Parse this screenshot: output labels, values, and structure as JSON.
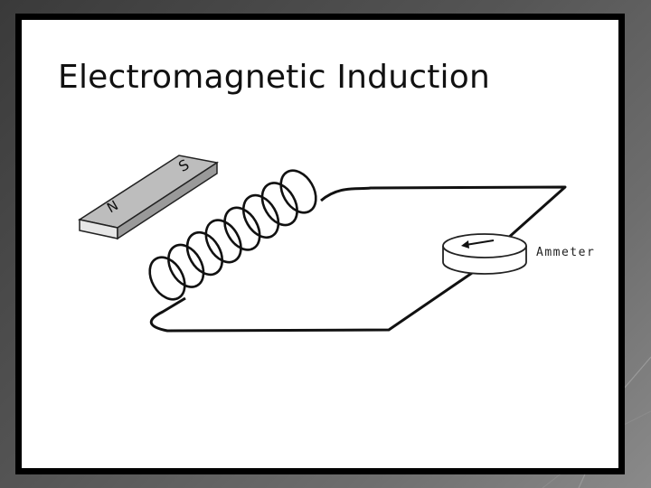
{
  "slide": {
    "title": "Electromagnetic Induction"
  },
  "diagram": {
    "magnet": {
      "north_label": "N",
      "south_label": "S"
    },
    "ammeter_label": "Ammeter",
    "coil_turns": 8,
    "colors": {
      "wire": "#111111",
      "magnet_top": "#bdbdbd",
      "magnet_front": "#e6e6e6",
      "magnet_side": "#9a9a9a"
    }
  }
}
